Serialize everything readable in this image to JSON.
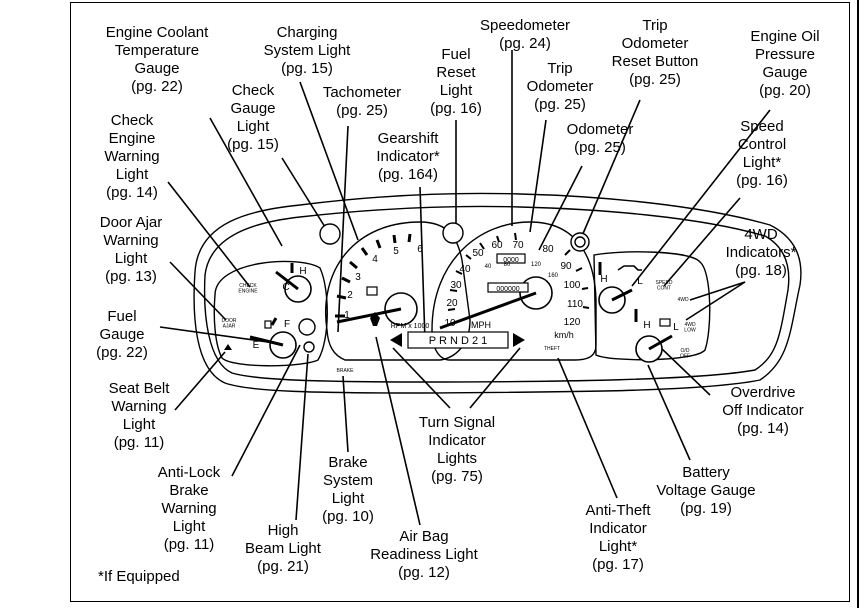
{
  "labels": {
    "coolant": "Engine Coolant\nTemperature\nGauge\n(pg. 22)",
    "charging": "Charging\nSystem Light\n(pg. 15)",
    "fuel_reset": "Fuel\nReset\nLight\n(pg. 16)",
    "speedometer": "Speedometer\n(pg. 24)",
    "trip_reset": "Trip\nOdometer\nReset Button\n(pg. 25)",
    "oil_pressure": "Engine Oil\nPressure\nGauge\n(pg. 20)",
    "check_gauge": "Check\nGauge\nLight\n(pg. 15)",
    "tachometer": "Tachometer\n(pg. 25)",
    "trip_odometer": "Trip\nOdometer\n(pg. 25)",
    "check_engine": "Check\nEngine\nWarning\nLight\n(pg. 14)",
    "gearshift": "Gearshift\nIndicator*\n(pg. 164)",
    "odometer": "Odometer\n(pg. 25)",
    "speed_control": "Speed\nControl\nLight*\n(pg. 16)",
    "door_ajar": "Door Ajar\nWarning\nLight\n(pg. 13)",
    "fwd": "4WD\nIndicators*\n(pg. 18)",
    "fuel_gauge": "Fuel\nGauge\n(pg. 22)",
    "seat_belt": "Seat Belt\nWarning\nLight\n(pg. 11)",
    "overdrive": "Overdrive\nOff Indicator\n(pg. 14)",
    "turn_signal": "Turn Signal\nIndicator\nLights\n(pg. 75)",
    "brake": "Brake\nSystem\nLight\n(pg. 10)",
    "battery": "Battery\nVoltage Gauge\n(pg. 19)",
    "anti_lock": "Anti-Lock\nBrake\nWarning\nLight\n(pg. 11)",
    "anti_theft": "Anti-Theft\nIndicator\nLight*\n(pg. 17)",
    "high_beam": "High\nBeam Light\n(pg. 21)",
    "air_bag": "Air Bag\nReadiness Light\n(pg. 12)"
  },
  "footnote": "*If Equipped",
  "cluster": {
    "tach_numbers": [
      "1",
      "2",
      "3",
      "4",
      "5",
      "6"
    ],
    "tach_unit": "RPM x 1000",
    "speed_numbers": [
      "10",
      "20",
      "30",
      "40",
      "50",
      "60",
      "70",
      "80",
      "90",
      "100",
      "110",
      "120"
    ],
    "speed_unit_mph": "MPH",
    "speed_unit_kmh": "km/h",
    "kmh_numbers": [
      "40",
      "80",
      "120",
      "160"
    ],
    "trip_digits": "0000",
    "odometer_digits": "000000",
    "prnd": "P R N D 2 1",
    "coolant_c": "C",
    "coolant_h": "H",
    "fuel_e": "E",
    "fuel_f": "F",
    "oil_h": "H",
    "oil_l": "L",
    "batt_h": "H",
    "batt_l": "L",
    "check_engine_text": "CHECK\nENGINE",
    "door_ajar_text": "DOOR\nAJAR",
    "brake_text": "BRAKE",
    "theft_text": "THEFT",
    "speed_cont_text": "SPEED\nCONT",
    "fwd_text": "4WD",
    "fwd_low_text": "4WD\nLOW",
    "od_off_text": "O/D\nOFF"
  }
}
